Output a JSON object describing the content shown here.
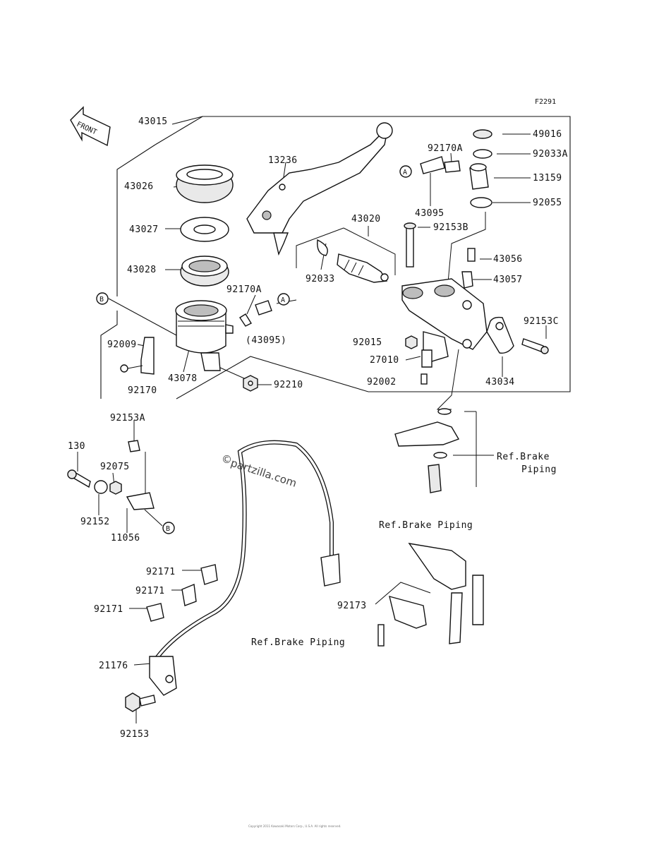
{
  "figure_id": "F2291",
  "front_label": "FRONT",
  "watermark": "partzilla.com",
  "watermark_symbol": "©",
  "footer_text": "Copyright 2011 Kawasaki Motors Corp., U.S.A. All rights reserved.",
  "callouts": {
    "A": "A",
    "B": "B"
  },
  "parts": {
    "p43015": "43015",
    "p13236": "13236",
    "p43026": "43026",
    "p43027": "43027",
    "p43028": "43028",
    "p43020": "43020",
    "p92033": "92033",
    "p92170A_res": "92170A",
    "p43095_paren": "(43095)",
    "p92009": "92009",
    "p92170": "92170",
    "p43078": "43078",
    "p92210": "92210",
    "p49016": "49016",
    "p92033A": "92033A",
    "p92170A_top": "92170A",
    "p13159": "13159",
    "p43095": "43095",
    "p92055": "92055",
    "p92153B": "92153B",
    "p43056": "43056",
    "p43057": "43057",
    "p92153C": "92153C",
    "p92015": "92015",
    "p27010": "27010",
    "p92002": "92002",
    "p43034": "43034",
    "p92153A": "92153A",
    "p130": "130",
    "p92075": "92075",
    "p92152": "92152",
    "p11056": "11056",
    "p92171_a": "92171",
    "p92171_b": "92171",
    "p92171_c": "92171",
    "p21176": "21176",
    "p92153": "92153",
    "p92173": "92173"
  },
  "refs": {
    "brake_piping_1_line1": "Ref.Brake",
    "brake_piping_1_line2": "Piping",
    "brake_piping_2": "Ref.Brake Piping",
    "brake_piping_3": "Ref.Brake Piping"
  }
}
